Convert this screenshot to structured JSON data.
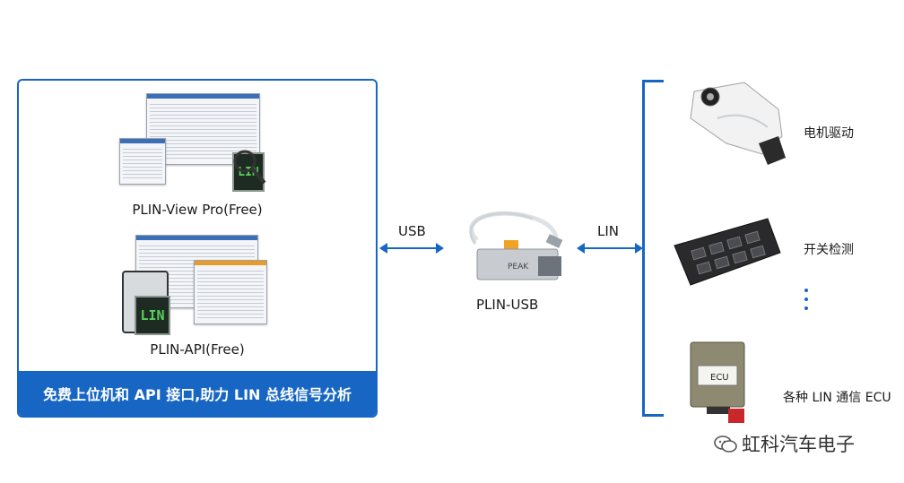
{
  "software": {
    "items": [
      {
        "label": "PLIN-View Pro(Free)"
      },
      {
        "label": "PLIN-API(Free)"
      }
    ],
    "banner": "免费上位机和 API 接口,助力 LIN 总线信号分析",
    "lin_logo_text": "LIN"
  },
  "links": {
    "usb_label": "USB",
    "lin_label": "LIN"
  },
  "adapter": {
    "label": "PLIN-USB",
    "brand": "PEAK"
  },
  "devices": [
    {
      "label": "电机驱动"
    },
    {
      "label": "开关检测"
    },
    {
      "label": "各种 LIN 通信 ECU"
    }
  ],
  "ecu_tag": "ECU",
  "watermark": "虹科汽车电子",
  "colors": {
    "accent": "#1766c4"
  }
}
